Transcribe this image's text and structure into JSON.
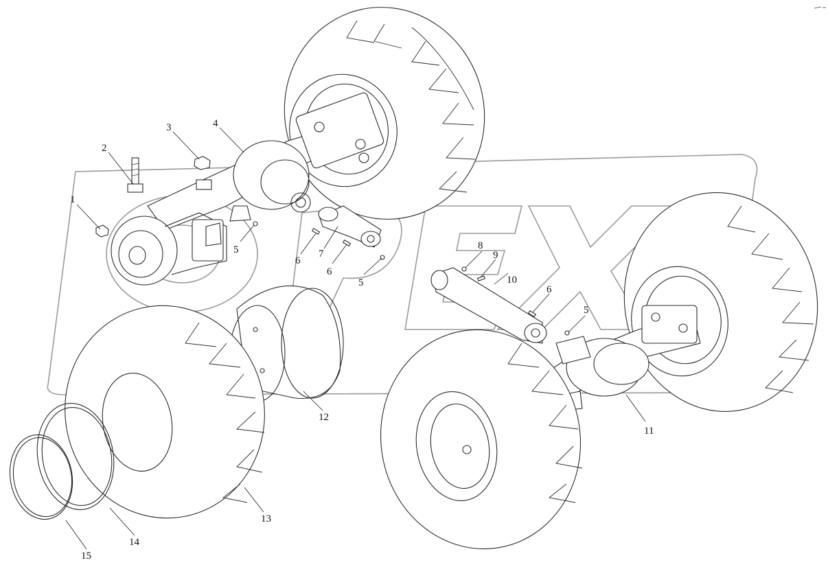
{
  "diagram": {
    "callouts": [
      {
        "id": "c1",
        "text": "1"
      },
      {
        "id": "c2",
        "text": "2"
      },
      {
        "id": "c3",
        "text": "3"
      },
      {
        "id": "c4",
        "text": "4"
      },
      {
        "id": "c5a",
        "text": "5"
      },
      {
        "id": "c6a",
        "text": "6"
      },
      {
        "id": "c7",
        "text": "7"
      },
      {
        "id": "c6b",
        "text": "6"
      },
      {
        "id": "c5b",
        "text": "5"
      },
      {
        "id": "c8",
        "text": "8"
      },
      {
        "id": "c9",
        "text": "9"
      },
      {
        "id": "c10",
        "text": "10"
      },
      {
        "id": "c6c",
        "text": "6"
      },
      {
        "id": "c5c",
        "text": "5"
      },
      {
        "id": "c11",
        "text": "11"
      },
      {
        "id": "c12",
        "text": "12"
      },
      {
        "id": "c13",
        "text": "13"
      },
      {
        "id": "c14",
        "text": "14"
      },
      {
        "id": "c15",
        "text": "15"
      }
    ],
    "watermark": "OPEX",
    "colors": {
      "line": "#2a2a2a",
      "watermark": "#9a9a9a",
      "background": "#ffffff"
    }
  }
}
